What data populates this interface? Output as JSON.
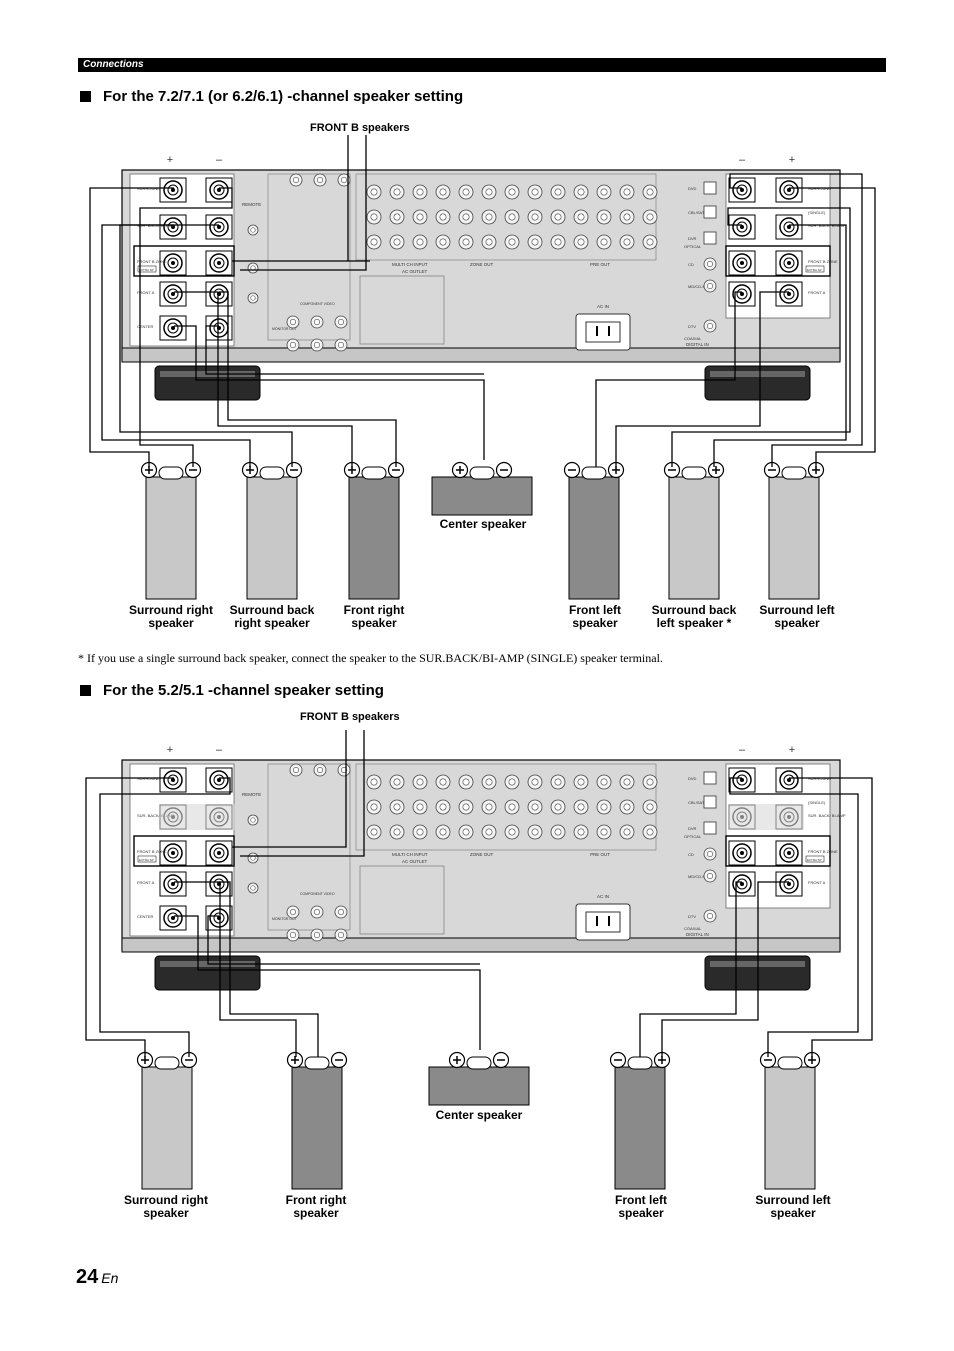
{
  "header": {
    "section": "Connections"
  },
  "section1": {
    "title": "For the 7.2/7.1 (or 6.2/6.1) -channel speaker setting",
    "front_b_label": "FRONT B speakers",
    "speakers": [
      {
        "label": "Surround right speaker",
        "line1": "Surround right",
        "line2": "speaker",
        "color": "#c8c8c8",
        "polarity": "+-"
      },
      {
        "label": "Surround back right speaker",
        "line1": "Surround back",
        "line2": "right speaker",
        "color": "#c8c8c8",
        "polarity": "+-"
      },
      {
        "label": "Front right speaker",
        "line1": "Front right",
        "line2": "speaker",
        "color": "#8a8a8a",
        "polarity": "+-"
      },
      {
        "label": "Center speaker",
        "line1": "Center speaker",
        "line2": "",
        "color": "#8a8a8a",
        "polarity": "+-"
      },
      {
        "label": "Front left speaker",
        "line1": "Front left",
        "line2": "speaker",
        "color": "#8a8a8a",
        "polarity": "-+"
      },
      {
        "label": "Surround back left speaker",
        "line1": "Surround back",
        "line2": "left speaker *",
        "color": "#c8c8c8",
        "polarity": "-+"
      },
      {
        "label": "Surround left speaker",
        "line1": "Surround left",
        "line2": "speaker",
        "color": "#c8c8c8",
        "polarity": "-+"
      }
    ]
  },
  "footnote": "*  If you use a single surround back speaker, connect the speaker to the SUR.BACK/BI-AMP (SINGLE) speaker terminal.",
  "section2": {
    "title": "For the 5.2/5.1 -channel speaker setting",
    "front_b_label": "FRONT B speakers",
    "speakers": [
      {
        "label": "Surround right speaker",
        "line1": "Surround right",
        "line2": "speaker",
        "color": "#c8c8c8",
        "polarity": "+-"
      },
      {
        "label": "Front right speaker",
        "line1": "Front right",
        "line2": "speaker",
        "color": "#8a8a8a",
        "polarity": "+-"
      },
      {
        "label": "Center speaker",
        "line1": "Center speaker",
        "line2": "",
        "color": "#8a8a8a",
        "polarity": "+-"
      },
      {
        "label": "Front left speaker",
        "line1": "Front left",
        "line2": "speaker",
        "color": "#8a8a8a",
        "polarity": "-+"
      },
      {
        "label": "Surround left speaker",
        "line1": "Surround left",
        "line2": "speaker",
        "color": "#c8c8c8",
        "polarity": "-+"
      }
    ]
  },
  "panel_labels": {
    "plus": "+",
    "minus": "–",
    "left_terminals_7": [
      "SURROUND",
      "SUR. BACK/ BI-AMP",
      "FRONT B ZONE",
      "FRONT A",
      "CENTER"
    ],
    "right_terminals_7": [
      "SURROUND",
      "SUR. BACK/ BI-AMP",
      "FRONT B ZONE",
      "FRONT A"
    ],
    "extra_sp": "EXTRA SP",
    "single": "(SINGLE)",
    "remote": "REMOTE",
    "component_video": "COMPONENT VIDEO",
    "monitor_out": "MONITOR OUT",
    "multi_ch_input": "MULTI CH INPUT",
    "zone_out": "ZONE OUT",
    "pre_out": "PRE OUT",
    "ac_outlet": "AC OUTLET",
    "ac_in": "AC IN",
    "optical": "OPTICAL",
    "coaxial": "COAXIAL",
    "digital_in": "DIGITAL IN",
    "digital_labels": [
      "DVD",
      "CBL/SAT",
      "DVR",
      "CD",
      "MD/CD-R",
      "DTV"
    ]
  },
  "page": {
    "number": "24",
    "lang": "En"
  }
}
